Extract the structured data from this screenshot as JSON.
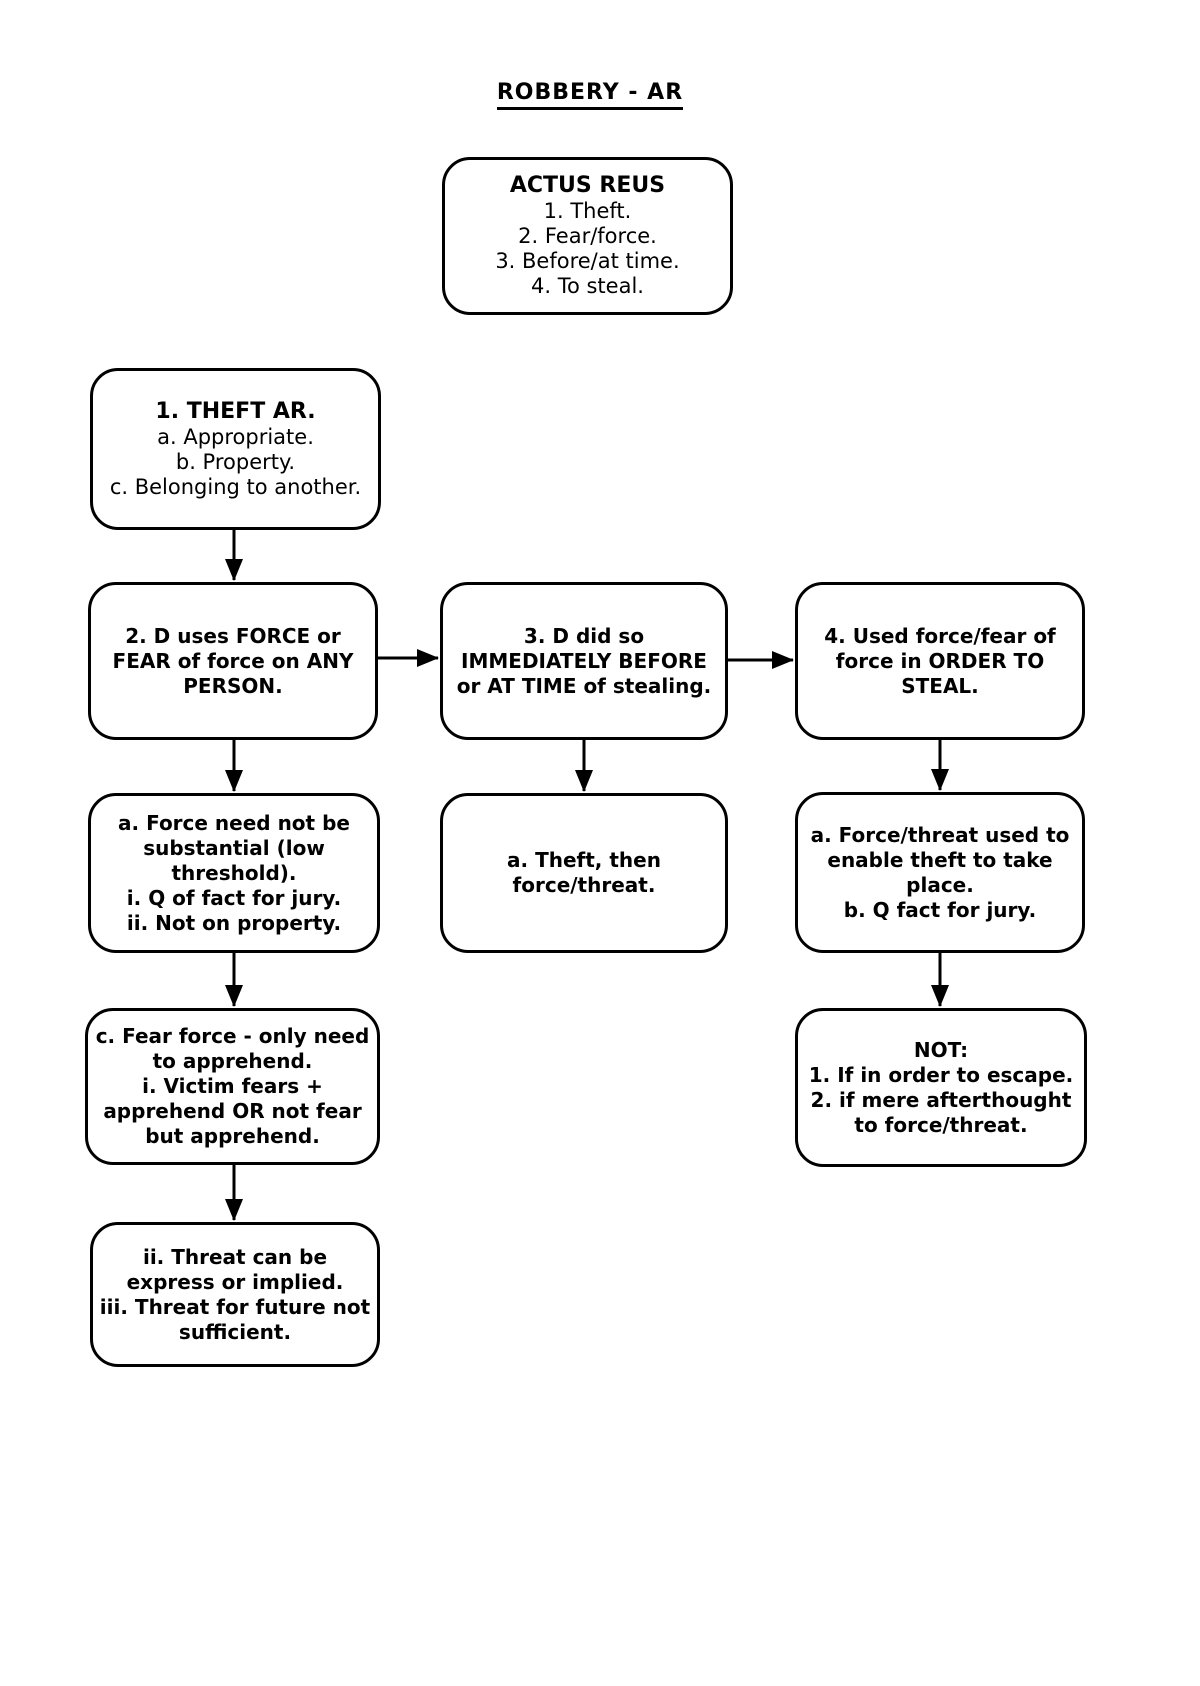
{
  "title": "ROBBERY - AR",
  "boxes": {
    "actus_reus": {
      "heading": "ACTUS REUS",
      "items": [
        "1. Theft.",
        "2. Fear/force.",
        "3. Before/at time.",
        "4. To steal."
      ]
    },
    "theft_ar": {
      "heading": "1. THEFT AR.",
      "items": [
        "a. Appropriate.",
        "b. Property.",
        "c. Belonging to another."
      ]
    },
    "force_or_fear": {
      "lines": [
        "2. D uses FORCE or",
        "FEAR of force on ANY",
        "PERSON."
      ]
    },
    "immediately_before": {
      "lines": [
        "3. D did so",
        "IMMEDIATELY BEFORE",
        "or AT TIME of stealing."
      ]
    },
    "order_to_steal": {
      "lines": [
        "4. Used force/fear of",
        "force in ORDER TO",
        "STEAL."
      ]
    },
    "force_threshold": {
      "lines": [
        "a. Force need not be",
        "substantial (low",
        "threshold).",
        "i. Q of fact for jury.",
        "ii. Not on property."
      ]
    },
    "theft_then_force": {
      "lines": [
        "a. Theft, then",
        "force/threat."
      ]
    },
    "enable_theft": {
      "lines": [
        "a. Force/threat used to",
        "enable theft to take",
        "place.",
        "b. Q fact for jury."
      ]
    },
    "fear_apprehend": {
      "lines": [
        "c. Fear force - only need",
        "to apprehend.",
        "i. Victim fears +",
        "apprehend OR not fear",
        "but apprehend."
      ]
    },
    "not_conditions": {
      "lines": [
        "NOT:",
        "1. If in order to escape.",
        "2. if mere afterthought",
        "to force/threat."
      ]
    },
    "threat_express": {
      "lines": [
        "ii. Threat can be",
        "express or implied.",
        "iii. Threat for future not",
        "sufficient."
      ]
    }
  },
  "colors": {
    "line": "#000000",
    "background": "#ffffff",
    "text": "#000000"
  }
}
